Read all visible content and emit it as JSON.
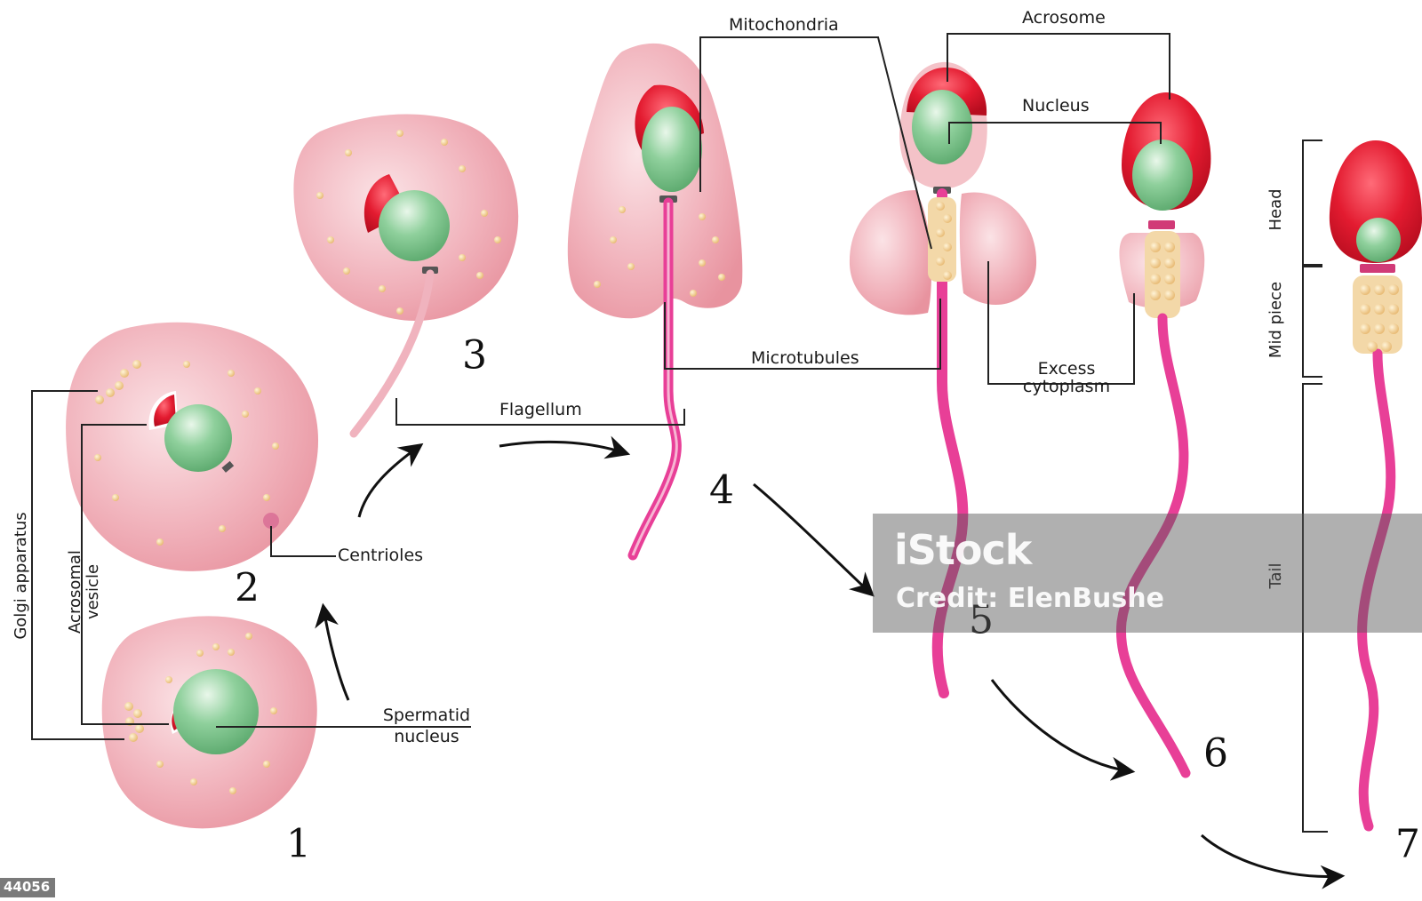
{
  "diagram": {
    "labels": {
      "golgi": "Golgi apparatus",
      "acrosomal_line1": "Acrosomal",
      "acrosomal_line2": "vesicle",
      "centrioles": "Centrioles",
      "spermatid_line1": "Spermatid",
      "spermatid_line2": "nucleus",
      "flagellum": "Flagellum",
      "mitochondria": "Mitochondria",
      "microtubules": "Microtubules",
      "acrosome": "Acrosome",
      "nucleus": "Nucleus",
      "excess_line1": "Excess",
      "excess_line2": "cytoplasm",
      "head": "Head",
      "mid_piece": "Mid piece",
      "tail": "Tail"
    },
    "stages": [
      "1",
      "2",
      "3",
      "4",
      "5",
      "6",
      "7"
    ]
  },
  "watermark": {
    "brand": "iStock",
    "credit": "Credit: ElenBushe",
    "stock_id": "44056"
  },
  "colors": {
    "cell_pink": "#f2b6bf",
    "acrosome_red": "#e0142c",
    "nucleus_green": "#7cc08b",
    "flagellum_magenta": "#e83f97",
    "golgi_gold": "#f0cf8f"
  }
}
